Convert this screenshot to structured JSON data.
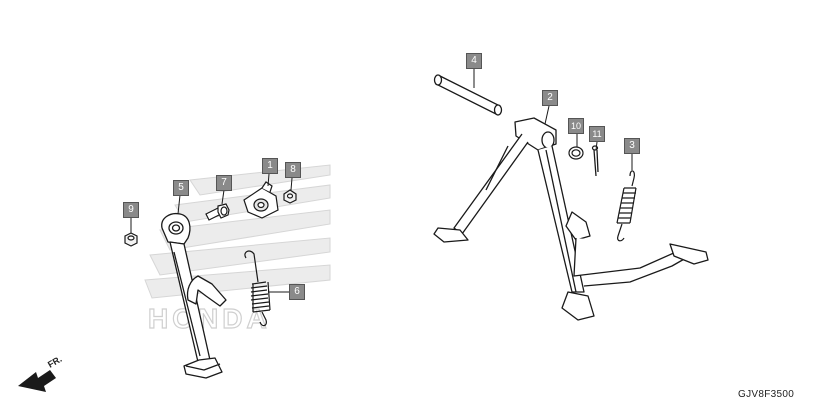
{
  "diagram": {
    "code": "GJV8F3500",
    "front_label": "FR.",
    "watermark_text": "HONDA",
    "colors": {
      "line": "#1a1a1a",
      "callout_bg": "#8a8a8a",
      "watermark": "#d9d9d9"
    },
    "callouts": [
      {
        "id": "1",
        "label": "1"
      },
      {
        "id": "2",
        "label": "2"
      },
      {
        "id": "3",
        "label": "3"
      },
      {
        "id": "4",
        "label": "4"
      },
      {
        "id": "5",
        "label": "5"
      },
      {
        "id": "6",
        "label": "6"
      },
      {
        "id": "7",
        "label": "7"
      },
      {
        "id": "8",
        "label": "8"
      },
      {
        "id": "9",
        "label": "9"
      },
      {
        "id": "10",
        "label": "10"
      },
      {
        "id": "11",
        "label": "11"
      }
    ]
  }
}
